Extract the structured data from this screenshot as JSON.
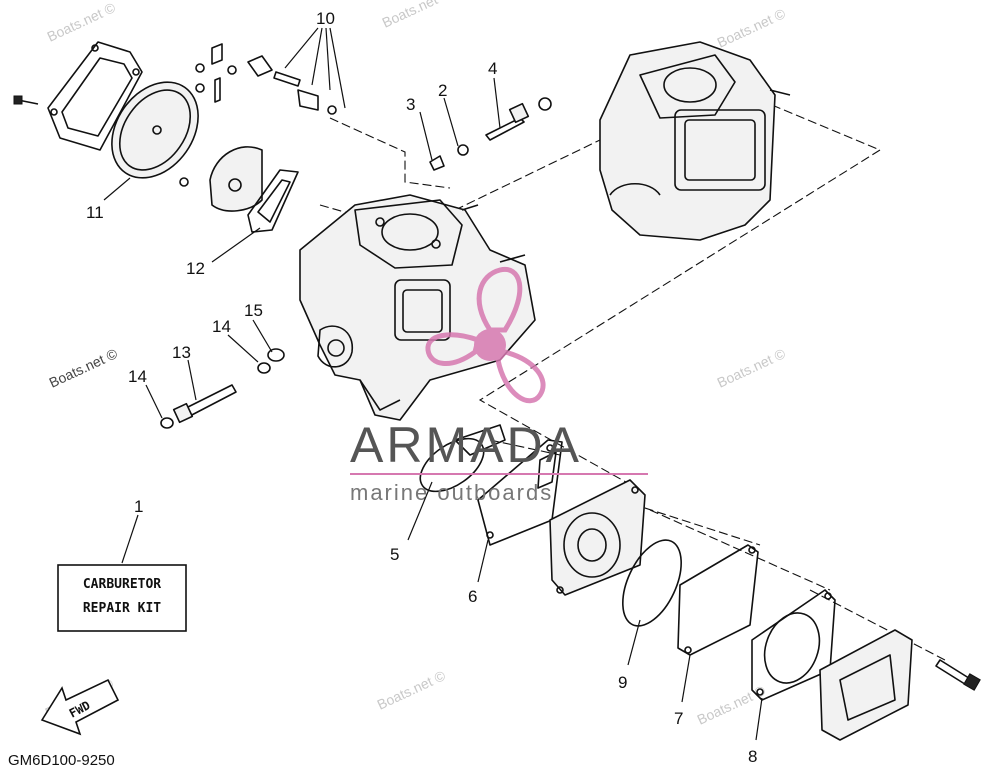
{
  "diagram_code": "GM6D100-9250",
  "kit_label": [
    "CARBURETOR",
    "REPAIR KIT"
  ],
  "fwd_label": "FWD",
  "brand": {
    "name": "ARMADA",
    "tagline": "marine outboards",
    "color_pink": "#d678b0",
    "color_gray": "#555555"
  },
  "watermark_text": "Boats.net ©",
  "callouts": [
    {
      "id": "c1",
      "text": "1"
    },
    {
      "id": "c2",
      "text": "2"
    },
    {
      "id": "c3",
      "text": "3"
    },
    {
      "id": "c4",
      "text": "4"
    },
    {
      "id": "c5",
      "text": "5"
    },
    {
      "id": "c6",
      "text": "6"
    },
    {
      "id": "c7",
      "text": "7"
    },
    {
      "id": "c8",
      "text": "8"
    },
    {
      "id": "c9",
      "text": "9"
    },
    {
      "id": "c10",
      "text": "10"
    },
    {
      "id": "c11",
      "text": "11"
    },
    {
      "id": "c12",
      "text": "12"
    },
    {
      "id": "c13",
      "text": "13"
    },
    {
      "id": "c14a",
      "text": "14"
    },
    {
      "id": "c14b",
      "text": "14"
    },
    {
      "id": "c15",
      "text": "15"
    }
  ]
}
